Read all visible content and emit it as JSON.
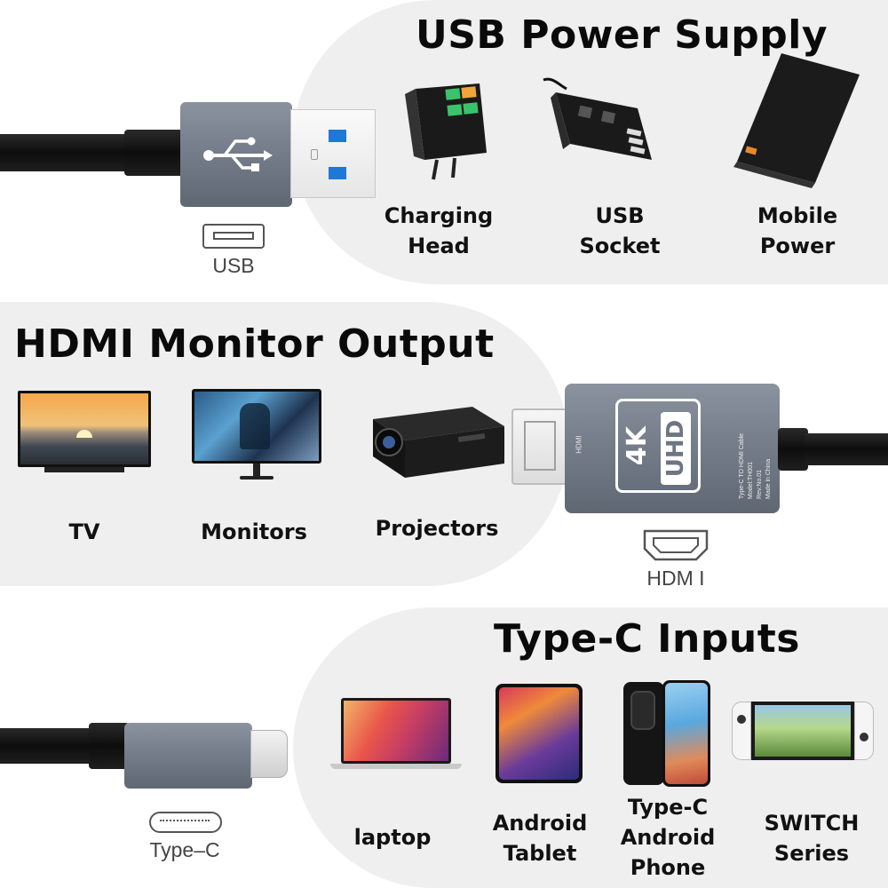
{
  "sections": {
    "usb": {
      "title": "USB Power Supply",
      "port_label": "USB",
      "items": [
        {
          "line1": "Charging",
          "line2": "Head"
        },
        {
          "line1": "USB",
          "line2": "Socket"
        },
        {
          "line1": "Mobile",
          "line2": "Power"
        }
      ]
    },
    "hdmi": {
      "title": "HDMI Monitor Output",
      "port_label": "HDM I",
      "items": [
        {
          "label": "TV"
        },
        {
          "label": "Monitors"
        },
        {
          "label": "Projectors"
        }
      ],
      "adapter": {
        "badge_top": "4K",
        "badge_bottom": "UHD",
        "side_text": "HDMI",
        "spec_lines": [
          "Type-C TO HDMI Cable",
          "Model:TH001",
          "Rev:No.01",
          "Made in China"
        ]
      }
    },
    "typec": {
      "title": "Type-C Inputs",
      "port_label": "Type–C",
      "items": [
        {
          "lines": [
            "laptop"
          ]
        },
        {
          "lines": [
            "Android",
            "Tablet"
          ]
        },
        {
          "lines": [
            "Type-C",
            "Android",
            "Phone"
          ]
        },
        {
          "lines": [
            "SWITCH",
            "Series"
          ]
        }
      ]
    }
  },
  "colors": {
    "panel": "#efefef",
    "metal": "#7a838f",
    "usb_blue": "#1e78d6",
    "title": "#0a0a0a"
  }
}
